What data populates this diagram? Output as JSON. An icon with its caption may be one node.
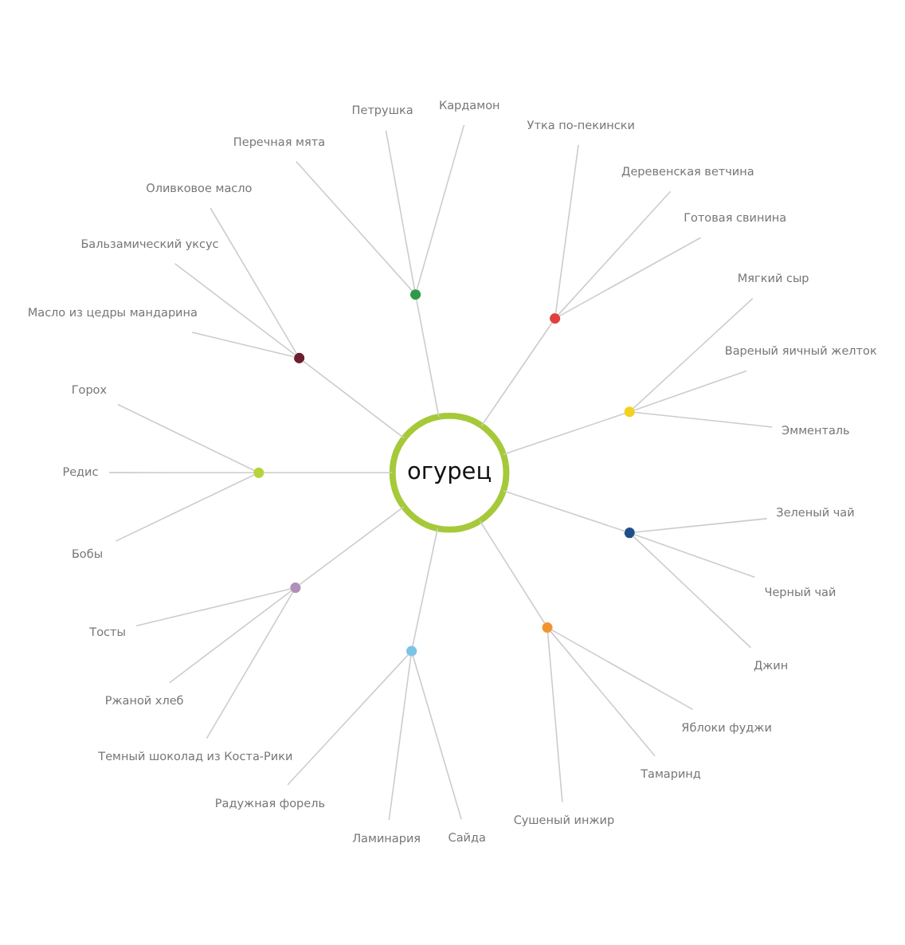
{
  "diagram": {
    "nodes": [
      {
        "text": [
          "огурец"
        ]
      },
      {
        "text": [],
        "shape": "circle"
      },
      {
        "text": [],
        "shape": "circle"
      },
      {
        "text": [],
        "shape": "circle"
      },
      {
        "text": [],
        "shape": "circle"
      },
      {
        "text": [],
        "shape": "circle"
      },
      {
        "text": [],
        "shape": "circle"
      },
      {
        "text": [],
        "shape": "circle"
      },
      {
        "text": [],
        "shape": "circle"
      },
      {
        "text": [],
        "shape": "circle"
      },
      {
        "text": [
          "Эмменталь"
        ]
      },
      {
        "text": [
          "Вареный яичный желток"
        ]
      },
      {
        "text": [
          "Мягкий сыр"
        ]
      },
      {
        "text": [
          "Готовая свинина"
        ]
      },
      {
        "text": [
          "Деревенская ветчина"
        ]
      },
      {
        "text": [
          "Утка по-пекински"
        ]
      },
      {
        "text": [
          "Кардамон"
        ]
      },
      {
        "text": [
          "Петрушка"
        ]
      },
      {
        "text": [
          "Перечная мята"
        ]
      },
      {
        "text": [
          "Оливковое масло"
        ]
      },
      {
        "text": [
          "Бальзамический уксус"
        ]
      },
      {
        "text": [
          "Масло из цедры мандарина"
        ]
      },
      {
        "text": [
          "Горох"
        ]
      },
      {
        "text": [
          "Редис"
        ]
      },
      {
        "text": [
          "Бобы"
        ]
      },
      {
        "text": [
          "Тосты"
        ]
      },
      {
        "text": [
          "Ржаной хлеб"
        ]
      },
      {
        "text": [
          "Темный шоколад из Коста-Рики"
        ]
      },
      {
        "text": [
          "Радужная форель"
        ]
      },
      {
        "text": [
          "Ламинария"
        ]
      },
      {
        "text": [
          "Сайда"
        ]
      },
      {
        "text": [
          "Сушеный инжир"
        ]
      },
      {
        "text": [
          "Тамаринд"
        ]
      },
      {
        "text": [
          "Яблоки фуджи"
        ]
      },
      {
        "text": [
          "Джин"
        ]
      },
      {
        "text": [
          "Черный чай"
        ]
      },
      {
        "text": [
          "Зеленый чай"
        ]
      }
    ],
    "edges": [
      {
        "from": 0,
        "to": 1,
        "arrow": "none"
      },
      {
        "from": 0,
        "to": 2,
        "arrow": "none"
      },
      {
        "from": 0,
        "to": 3,
        "arrow": "none"
      },
      {
        "from": 0,
        "to": 4,
        "arrow": "none"
      },
      {
        "from": 0,
        "to": 5,
        "arrow": "none"
      },
      {
        "from": 0,
        "to": 6,
        "arrow": "none"
      },
      {
        "from": 0,
        "to": 7,
        "arrow": "none"
      },
      {
        "from": 0,
        "to": 8,
        "arrow": "none"
      },
      {
        "from": 0,
        "to": 9,
        "arrow": "none"
      },
      {
        "from": 1,
        "to": 10,
        "arrow": "none"
      },
      {
        "from": 1,
        "to": 11,
        "arrow": "none"
      },
      {
        "from": 1,
        "to": 12,
        "arrow": "none"
      },
      {
        "from": 2,
        "to": 13,
        "arrow": "none"
      },
      {
        "from": 2,
        "to": 14,
        "arrow": "none"
      },
      {
        "from": 2,
        "to": 15,
        "arrow": "none"
      },
      {
        "from": 3,
        "to": 16,
        "arrow": "none"
      },
      {
        "from": 3,
        "to": 17,
        "arrow": "none"
      },
      {
        "from": 3,
        "to": 18,
        "arrow": "none"
      },
      {
        "from": 4,
        "to": 19,
        "arrow": "none"
      },
      {
        "from": 4,
        "to": 20,
        "arrow": "none"
      },
      {
        "from": 4,
        "to": 21,
        "arrow": "none"
      },
      {
        "from": 5,
        "to": 22,
        "arrow": "none"
      },
      {
        "from": 5,
        "to": 23,
        "arrow": "none"
      },
      {
        "from": 5,
        "to": 24,
        "arrow": "none"
      },
      {
        "from": 6,
        "to": 25,
        "arrow": "none"
      },
      {
        "from": 6,
        "to": 26,
        "arrow": "none"
      },
      {
        "from": 6,
        "to": 27,
        "arrow": "none"
      },
      {
        "from": 7,
        "to": 28,
        "arrow": "none"
      },
      {
        "from": 7,
        "to": 29,
        "arrow": "none"
      },
      {
        "from": 7,
        "to": 30,
        "arrow": "none"
      },
      {
        "from": 8,
        "to": 31,
        "arrow": "none"
      },
      {
        "from": 8,
        "to": 32,
        "arrow": "none"
      },
      {
        "from": 8,
        "to": 33,
        "arrow": "none"
      },
      {
        "from": 9,
        "to": 34,
        "arrow": "none"
      },
      {
        "from": 9,
        "to": 35,
        "arrow": "none"
      },
      {
        "from": 9,
        "to": 36,
        "arrow": "none"
      }
    ]
  }
}
